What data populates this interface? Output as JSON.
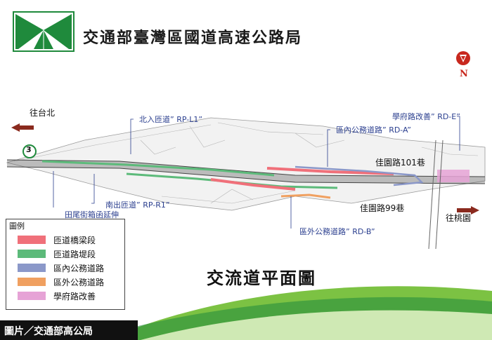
{
  "header": {
    "title": "交通部臺灣區國道高速公路局"
  },
  "north": {
    "label": "N"
  },
  "map_labels": {
    "to_taipei": "往台北",
    "to_taoyuan": "往桃園",
    "highway_no": "3",
    "rp_l1": "北入匝道” RP-L1”",
    "rd_a": "區內公務道路” RD-A”",
    "rd_e": "學府路改善” RD-E”",
    "lane101": "佳園路101巷",
    "lane99": "佳園路99巷",
    "rp_r1": "南出匝道” RP-R1”",
    "tianwei": "田尾街箱函延伸",
    "rd_b": "區外公務道路” RD-B”"
  },
  "legend": {
    "title": "圖例",
    "items": [
      {
        "label": "匝道橋梁段",
        "color": "#f0707a"
      },
      {
        "label": "匝道路堤段",
        "color": "#5cba7a"
      },
      {
        "label": "區內公務道路",
        "color": "#8b98c9"
      },
      {
        "label": "區外公務道路",
        "color": "#f0a060"
      },
      {
        "label": "學府路改善",
        "color": "#e6a3d6"
      }
    ]
  },
  "main_title": "交流道平面圖",
  "caption": "圖片／交通部高公局",
  "colors": {
    "brand_green": "#1f8a3c",
    "arrow_red": "#8a2a1e",
    "annotation_blue": "#2b3f8f",
    "swoosh_green": "#7cc243"
  }
}
